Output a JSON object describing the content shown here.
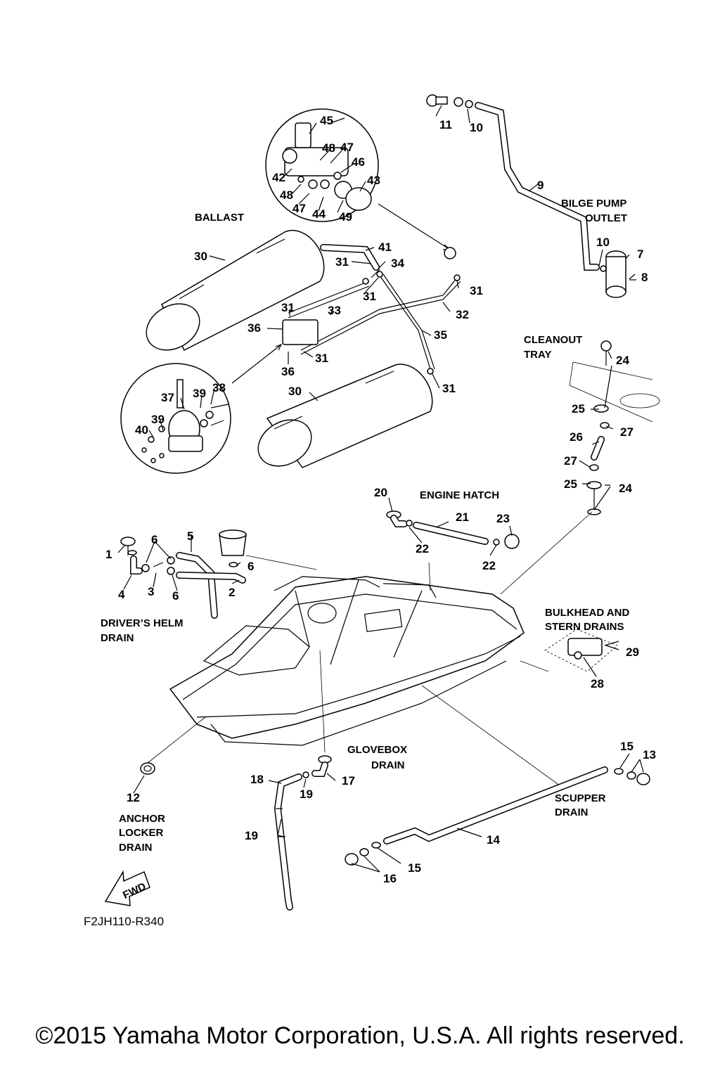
{
  "sections": {
    "ballast": "BALLAST",
    "bilge_pump_outlet_1": "BILGE PUMP",
    "bilge_pump_outlet_2": "OUTLET",
    "cleanout_tray_1": "CLEANOUT",
    "cleanout_tray_2": "TRAY",
    "engine_hatch": "ENGINE HATCH",
    "drivers_helm_drain_1": "DRIVER’S HELM",
    "drivers_helm_drain_2": "DRAIN",
    "bulkhead_stern_drains_1": "BULKHEAD AND",
    "bulkhead_stern_drains_2": "STERN DRAINS",
    "glovebox_drain_1": "GLOVEBOX",
    "glovebox_drain_2": "DRAIN",
    "scupper_drain_1": "SCUPPER",
    "scupper_drain_2": "DRAIN",
    "anchor_locker_drain_1": "ANCHOR",
    "anchor_locker_drain_2": "LOCKER",
    "anchor_locker_drain_3": "DRAIN"
  },
  "fwd_label": "FWD",
  "diagram_code": "F2JH110-R340",
  "copyright": "©2015 Yamaha Motor Corporation, U.S.A. All rights reserved.",
  "callouts": {
    "c45": "45",
    "c48a": "48",
    "c47a": "47",
    "c46": "46",
    "c42": "42",
    "c43": "43",
    "c48b": "48",
    "c47b": "47",
    "c44": "44",
    "c49": "49",
    "c11": "11",
    "c10a": "10",
    "c9": "9",
    "c10b": "10",
    "c7": "7",
    "c8": "8",
    "c30a": "30",
    "c41": "41",
    "c31a": "31",
    "c34": "34",
    "c31b": "31",
    "c31c": "31",
    "c33": "33",
    "c31d": "31",
    "c32": "32",
    "c36a": "36",
    "c35": "35",
    "c31e": "31",
    "c36b": "36",
    "c31f": "31",
    "c30b": "30",
    "c37": "37",
    "c39a": "39",
    "c38": "38",
    "c39b": "39",
    "c40": "40",
    "c24a": "24",
    "c25a": "25",
    "c27a": "27",
    "c26": "26",
    "c27b": "27",
    "c25b": "25",
    "c24b": "24",
    "c20": "20",
    "c21": "21",
    "c23": "23",
    "c22a": "22",
    "c22b": "22",
    "c1": "1",
    "c6a": "6",
    "c5": "5",
    "c6b": "6",
    "c4": "4",
    "c3": "3",
    "c6c": "6",
    "c2": "2",
    "c29": "29",
    "c28": "28",
    "c15a": "15",
    "c13": "13",
    "c12": "12",
    "c18": "18",
    "c17": "17",
    "c19a": "19",
    "c19b": "19",
    "c14": "14",
    "c15b": "15",
    "c16": "16"
  }
}
